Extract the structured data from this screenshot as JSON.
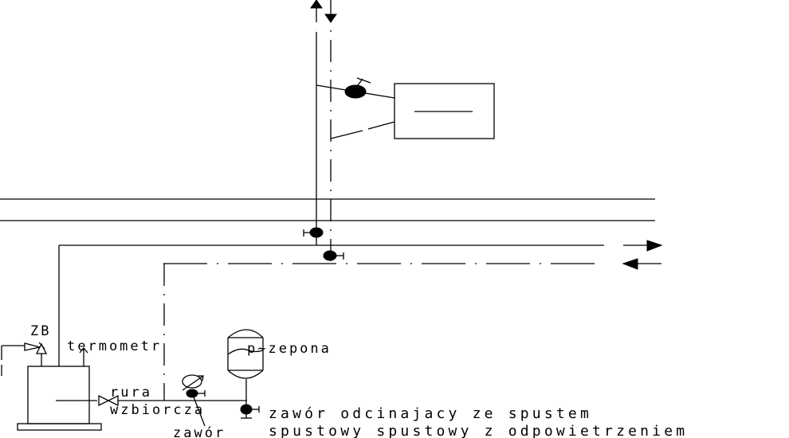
{
  "diagram": {
    "type": "heating system schematic (CAD line drawing)",
    "colors": {
      "line": "#000000",
      "background": "#ffffff"
    },
    "labels": {
      "zb": "ZB",
      "termometr": "termometr",
      "przepona": "p~zepona",
      "rura_1": "rura",
      "rura_2": "wzbiorcza",
      "zawor_spustowy": "zawór",
      "zawor_odcinajacy_line1": "zawór odcinajacy ze spustem",
      "zawor_odcinajacy_line2": "spustowy spustowy z odpowietrzeniem"
    },
    "components": [
      {
        "name": "boiler",
        "label": ""
      },
      {
        "name": "safety-valve",
        "label": "ZB"
      },
      {
        "name": "thermometer",
        "label": "termometr"
      },
      {
        "name": "expansion-vessel",
        "label": "przepona"
      },
      {
        "name": "expansion-pipe-valve",
        "label": "rura wzbiorcza"
      },
      {
        "name": "drain-valve",
        "label": "zawór spustowy"
      },
      {
        "name": "shutoff-valve-with-drain",
        "label": "zawór odcinajacy ze spustem spustowy z odpowietrzeniem"
      },
      {
        "name": "radiator",
        "label": ""
      },
      {
        "name": "riser-supply",
        "label": ""
      },
      {
        "name": "riser-return",
        "label": ""
      }
    ],
    "flow_arrows": [
      "up",
      "down",
      "right",
      "left"
    ]
  }
}
